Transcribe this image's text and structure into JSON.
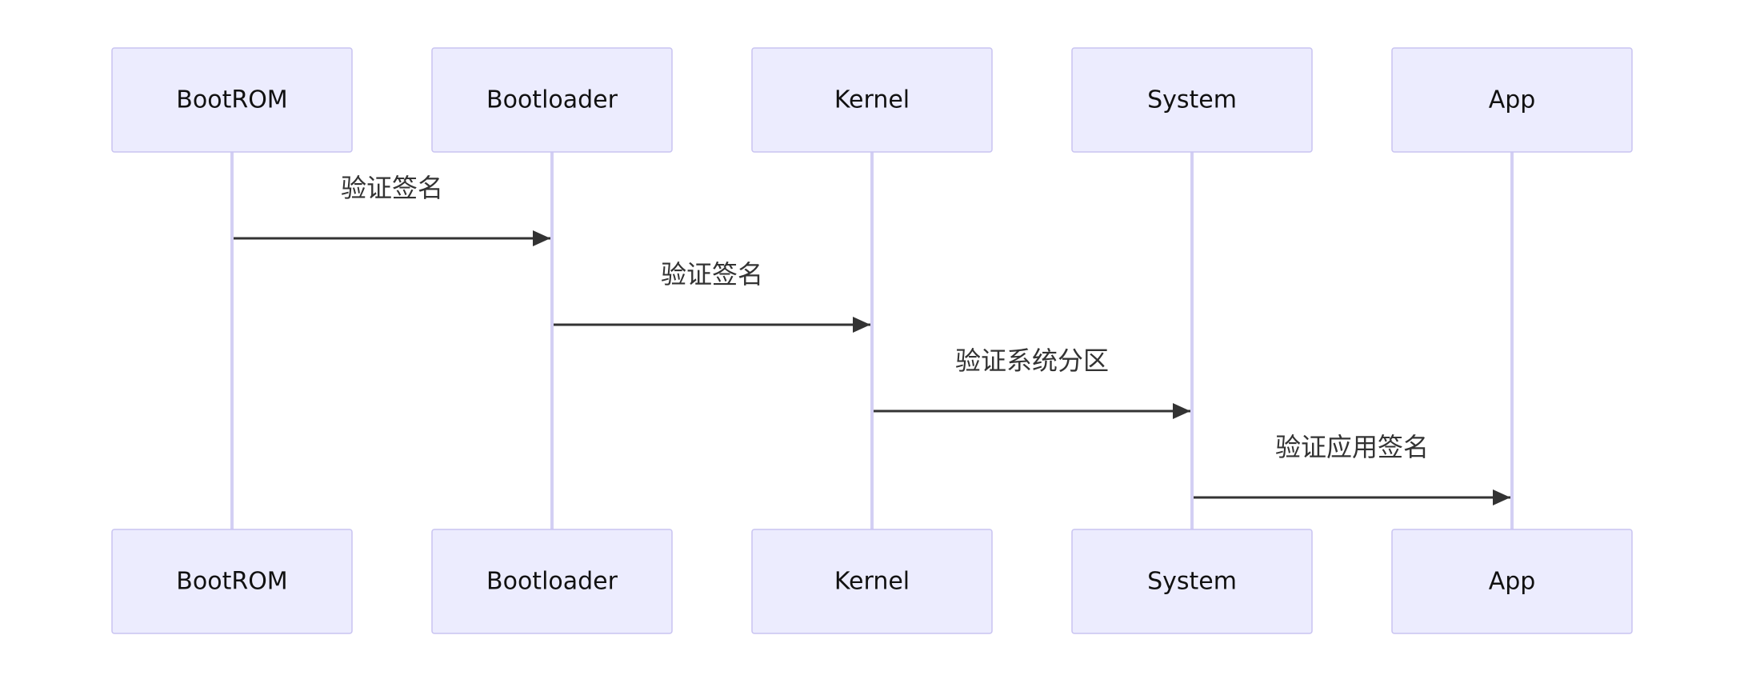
{
  "diagram": {
    "type": "sequence",
    "colors": {
      "actor_fill": "#ececfe",
      "actor_border": "#c9c4f1",
      "lifeline": "#d3cff4",
      "message": "#333333",
      "text": "#111111"
    },
    "actors": [
      {
        "label": "BootROM"
      },
      {
        "label": "Bootloader"
      },
      {
        "label": "Kernel"
      },
      {
        "label": "System"
      },
      {
        "label": "App"
      }
    ],
    "messages": [
      {
        "from": 0,
        "to": 1,
        "label": "验证签名"
      },
      {
        "from": 1,
        "to": 2,
        "label": "验证签名"
      },
      {
        "from": 2,
        "to": 3,
        "label": "验证系统分区"
      },
      {
        "from": 3,
        "to": 4,
        "label": "验证应用签名"
      }
    ]
  }
}
